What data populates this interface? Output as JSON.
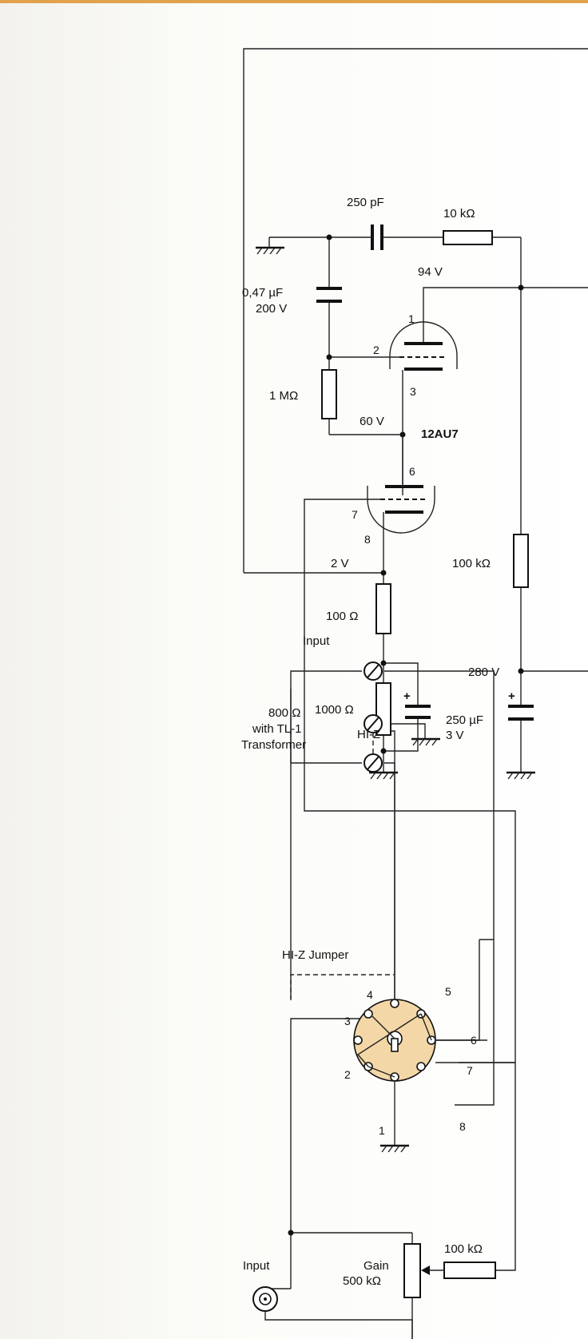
{
  "labels": {
    "c_250pf": "250 pF",
    "r_10k": "10 kΩ",
    "v_94": "94 V",
    "c_047": "0,47 µF",
    "c_047_v": "200 V",
    "r_1m": "1 MΩ",
    "v_60": "60 V",
    "tube": "12AU7",
    "v_2": "2 V",
    "r_100k_plate": "100 kΩ",
    "r_100": "100 Ω",
    "v_280": "280 V",
    "r_1000": "1000 Ω",
    "c_250uf": "250 µF",
    "c_250uf_v": "3 V",
    "plus": "+",
    "input_top": "Input",
    "imp_800": "800 Ω",
    "imp_with": "with TL-1",
    "imp_trans": "Transformer",
    "hiz": "HI-Z",
    "hiz_jumper": "HI-Z Jumper",
    "input_jack": "Input",
    "gain": "Gain",
    "gain_val": "500 kΩ",
    "r_100k_gain": "100 kΩ"
  },
  "pins": {
    "p1": "1",
    "p2": "2",
    "p3": "3",
    "p6": "6",
    "p7": "7",
    "p8": "8",
    "s1": "1",
    "s2": "2",
    "s3": "3",
    "s4": "4",
    "s5": "5",
    "s6": "6",
    "s7": "7",
    "s8": "8"
  },
  "colors": {
    "socket_fill": "#f4d7a7",
    "accent_bar": "#e0a24a"
  }
}
